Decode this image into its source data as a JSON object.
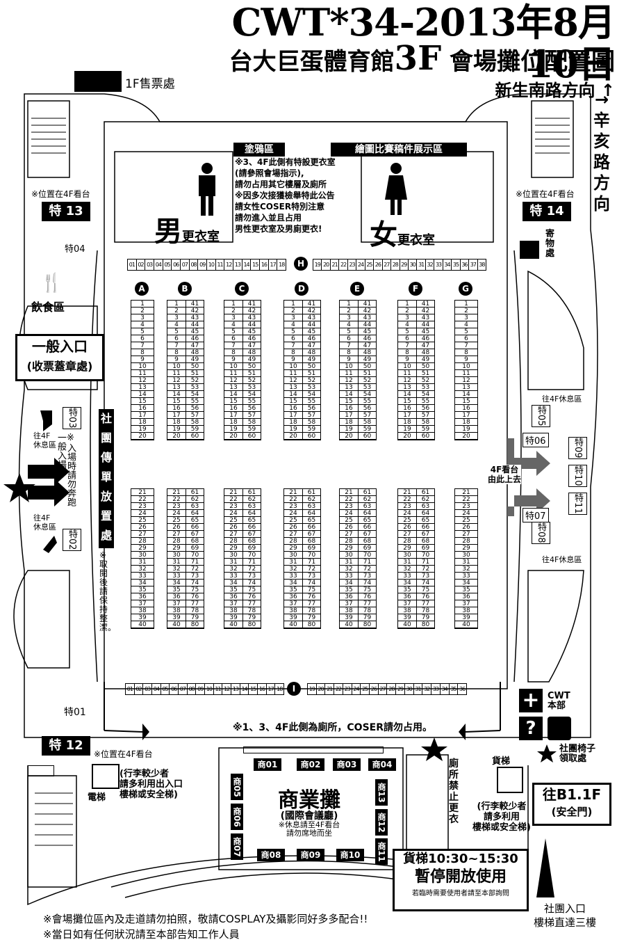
{
  "title": "CWT*34-2013年8月10日",
  "subtitle_pre": "台大巨蛋體育館",
  "subtitle_floor": "3F",
  "subtitle_post": " 會場攤位配置圖",
  "direction_north": "新生南路方向 ↑",
  "direction_east": [
    "→",
    "辛",
    "亥",
    "路",
    "方",
    "向"
  ],
  "ticket_office": "1F售票處",
  "special_booths": {
    "t13": "特 13",
    "t14": "特 14",
    "t12": "特 12",
    "t04": "特04",
    "t03": "特03",
    "t02": "特02",
    "t01": "特01",
    "t05": "特05",
    "t06": "特06",
    "t07": "特07",
    "t08": "特08",
    "t09": "特09",
    "t10": "特10",
    "t11": "特11"
  },
  "notes_4f_stand": "※位置在4F看台",
  "graffiti_area": "塗鴉區",
  "art_contest_area": "繪圖比賽稿件展示區",
  "dressing_notice": [
    "※3、4F此側有特設更衣室",
    "(請參照會場指示),",
    "請勿占用其它樓層及廁所",
    "※因多次接獲檢舉特此公告",
    "請女性COSER特別注意",
    "請勿進入並且占用",
    "男性更衣室及男廁更衣!"
  ],
  "male_room": {
    "big": "男",
    "small": "更衣室"
  },
  "female_room": {
    "big": "女",
    "small": "更衣室"
  },
  "cloakroom": [
    "寄",
    "物",
    "處"
  ],
  "food_area": "飲食區",
  "entrance": {
    "line1": "一般入口",
    "line2": "(收票蓋章處)"
  },
  "entrance_note": [
    "※入場時請勿奔跑",
    "一般入場"
  ],
  "to_4f_rest": "往4F休息區",
  "to_4f_rest_left": [
    "往4F",
    "休息區"
  ],
  "club_flyer": [
    "社",
    "團",
    "傳",
    "單",
    "放",
    "置",
    "處"
  ],
  "club_flyer_note": [
    "※取",
    "閱後",
    "請保",
    "持整",
    "潔。"
  ],
  "stand_4f": [
    "4F看台",
    "由此上去"
  ],
  "columns": [
    "A",
    "B",
    "C",
    "D",
    "E",
    "F",
    "G"
  ],
  "rowH": "H",
  "rowI": "I",
  "strip_left": [
    "01",
    "02",
    "03",
    "04",
    "05",
    "06",
    "07",
    "08",
    "09",
    "10",
    "11",
    "12",
    "13",
    "14",
    "15",
    "16",
    "17",
    "18"
  ],
  "strip_right_top": [
    "19",
    "20",
    "21",
    "22",
    "23",
    "24",
    "25",
    "26",
    "27",
    "28",
    "29",
    "30",
    "31",
    "32",
    "33",
    "34",
    "35",
    "36",
    "37",
    "38"
  ],
  "strip_right_bottom": [
    "19",
    "20",
    "21",
    "22",
    "23",
    "24",
    "25",
    "26",
    "27",
    "28",
    "29",
    "30",
    "31",
    "32",
    "33",
    "34",
    "35",
    "36"
  ],
  "toilet_note": "※1、3、4F此側為廁所，COSER請勿占用。",
  "cwt_hq": [
    "CWT",
    "本部"
  ],
  "commercial": {
    "title": "商業攤",
    "sub": "(國際會議廳)",
    "note1": "※休息請至4F看台",
    "note2": "請勿席地而坐",
    "booths": [
      "商01",
      "商02",
      "商03",
      "商04",
      "商05",
      "商06",
      "商07",
      "商08",
      "商09",
      "商10",
      "商11",
      "商12",
      "商13"
    ]
  },
  "elevator_left": "電梯",
  "luggage_left": [
    "(行李較少者",
    "請多利用出入口",
    "樓梯或安全梯)"
  ],
  "luggage_right": [
    "(行李較少者",
    "請多利用",
    "樓梯或安全梯)"
  ],
  "no_changing": [
    "廁",
    "所",
    "禁",
    "止",
    "更",
    "衣"
  ],
  "cargo_lift": "貨梯",
  "chair_pickup": [
    "社團椅子",
    "領取處"
  ],
  "to_b1": {
    "line1": "往B1.1F",
    "line2": "(安全門)"
  },
  "cargo_notice": {
    "line1": "貨梯10:30~15:30",
    "line2": "暫停開放使用",
    "line3": "若臨時需要使用者請至本部詢問"
  },
  "club_entrance": [
    "社團入口",
    "樓梯直達三樓"
  ],
  "footer": [
    "※會場攤位區內及走道請勿拍照，敬請COSPLAY及攝影同好多多配合!!",
    "※當日如有任何狀況請至本部告知工作人員"
  ],
  "colors": {
    "ink": "#000000",
    "gray_arrow": "#666666",
    "paper": "#ffffff"
  }
}
